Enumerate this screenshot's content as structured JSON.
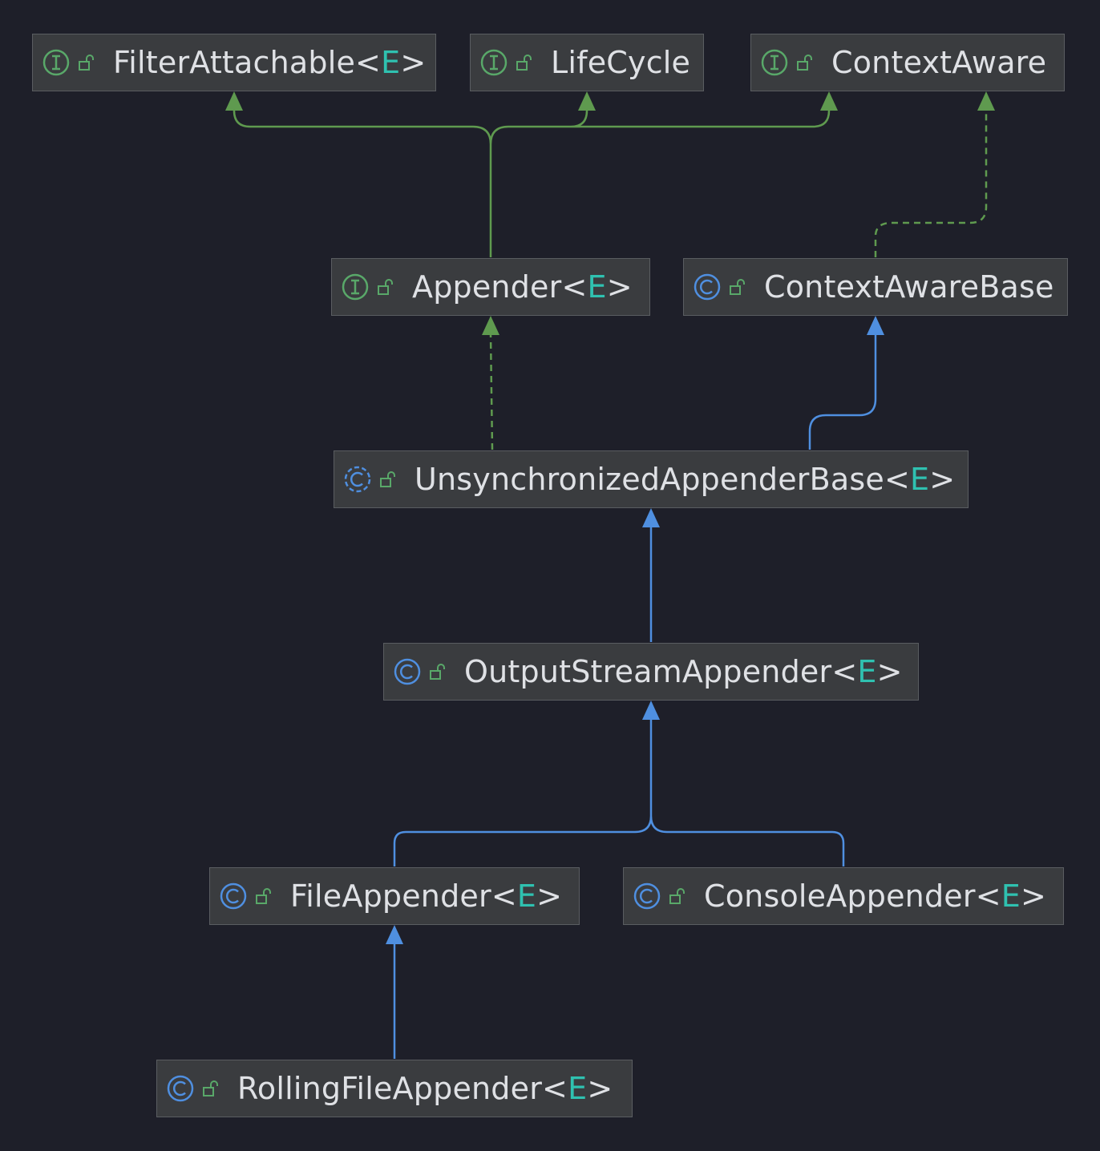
{
  "colors": {
    "background": "#1e1f29",
    "node_fill": "#3a3c3f",
    "node_border": "#5a5d61",
    "text": "#dfe1e5",
    "type_param": "#2fc1b0",
    "interface_edge": "#5f9a4f",
    "class_edge": "#4f8fe0",
    "interface_icon": "#59a869",
    "class_icon": "#4f8fe0",
    "lock_icon": "#59a869"
  },
  "nodes": {
    "filter_attachable": {
      "kind": "interface-icon",
      "name": "FilterAttachable",
      "open": "<",
      "type_param": "E",
      "close": ">"
    },
    "life_cycle": {
      "kind": "interface-icon",
      "name": "LifeCycle"
    },
    "context_aware": {
      "kind": "interface-icon",
      "name": "ContextAware"
    },
    "appender": {
      "kind": "interface-icon",
      "name": "Appender",
      "open": "<",
      "type_param": "E",
      "close": ">"
    },
    "context_aware_base": {
      "kind": "class-icon",
      "name": "ContextAwareBase"
    },
    "unsynchronized_appender_base": {
      "kind": "abstract-class-icon",
      "name": "UnsynchronizedAppenderBase",
      "open": "<",
      "type_param": "E",
      "close": ">"
    },
    "output_stream_appender": {
      "kind": "class-icon",
      "name": "OutputStreamAppender",
      "open": "<",
      "type_param": "E",
      "close": ">"
    },
    "file_appender": {
      "kind": "class-icon",
      "name": "FileAppender",
      "open": "<",
      "type_param": "E",
      "close": ">"
    },
    "console_appender": {
      "kind": "class-icon",
      "name": "ConsoleAppender",
      "open": "<",
      "type_param": "E",
      "close": ">"
    },
    "rolling_file_appender": {
      "kind": "class-icon",
      "name": "RollingFileAppender",
      "open": "<",
      "type_param": "E",
      "close": ">"
    }
  }
}
